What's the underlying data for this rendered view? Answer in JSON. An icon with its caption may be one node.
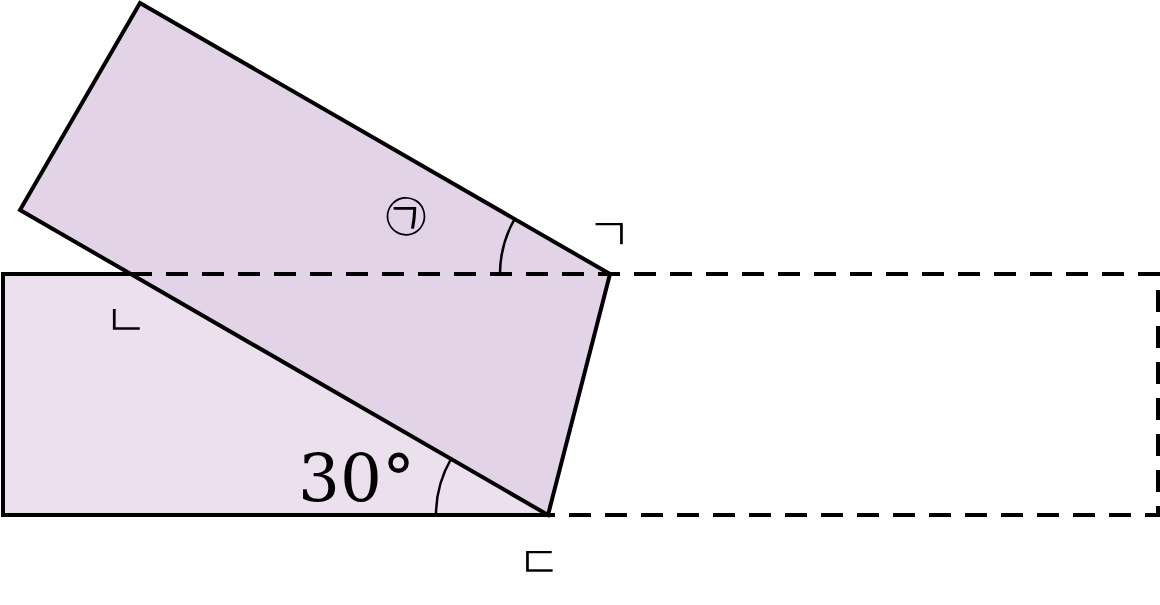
{
  "diagram": {
    "labels": [
      "㉠",
      "ㄱ",
      "ㄴ",
      "30°",
      "ㄷ"
    ]
  }
}
